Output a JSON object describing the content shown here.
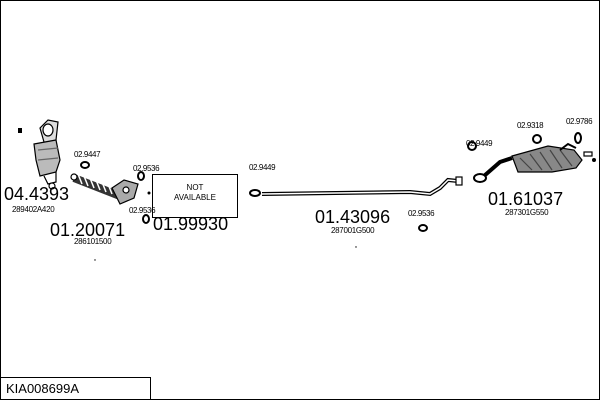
{
  "diagram_ref": "KIA008699A",
  "not_available": "NOT\nAVAILABLE",
  "parts": {
    "catalyst": {
      "number": "04.4393",
      "oe": "289402A420"
    },
    "flexpipe": {
      "number": "01.20071",
      "oe": "286101500"
    },
    "not_available_part": {
      "number": "01.99930"
    },
    "middle_pipe": {
      "number": "01.43096",
      "oe": "287001G500"
    },
    "rear_silencer": {
      "number": "01.61037",
      "oe": "287301G550"
    }
  },
  "fittings": {
    "f1": "02.9447",
    "f2": "02.9536",
    "f3": "02.9536",
    "f4": "02.9449",
    "f5": "02.9536",
    "f6": "02.9449",
    "f7": "02.9318",
    "f8": "02.9786"
  }
}
